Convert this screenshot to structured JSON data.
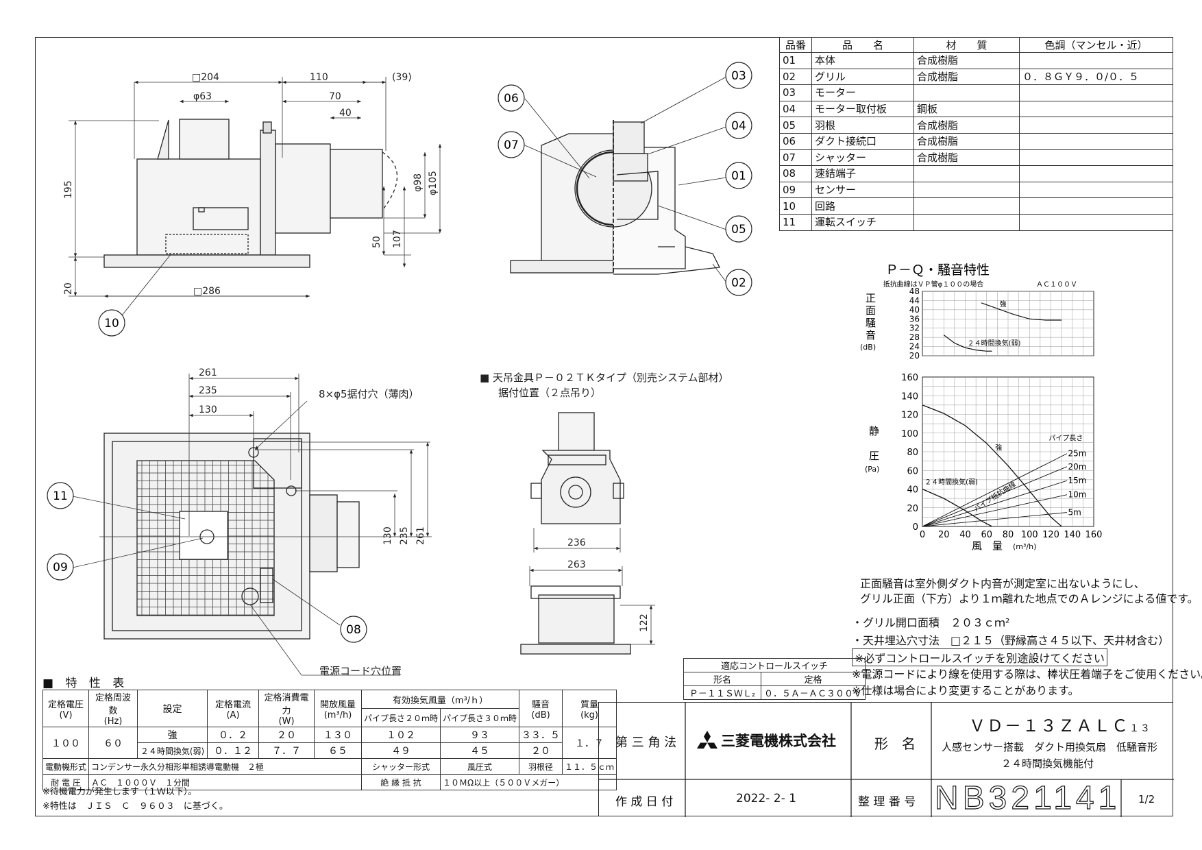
{
  "parts_table": {
    "headers": [
      "品番",
      "品　　名",
      "材　　質",
      "色調（マンセル・近）"
    ],
    "rows": [
      [
        "01",
        "本体",
        "合成樹脂",
        ""
      ],
      [
        "02",
        "グリル",
        "合成樹脂",
        "０．８ＧＹ９．０/０．５"
      ],
      [
        "03",
        "モーター",
        "",
        ""
      ],
      [
        "04",
        "モーター取付板",
        "鋼板",
        ""
      ],
      [
        "05",
        "羽根",
        "合成樹脂",
        ""
      ],
      [
        "06",
        "ダクト接続口",
        "合成樹脂",
        ""
      ],
      [
        "07",
        "シャッター",
        "合成樹脂",
        ""
      ],
      [
        "08",
        "速結端子",
        "",
        ""
      ],
      [
        "09",
        "センサー",
        "",
        ""
      ],
      [
        "10",
        "回路",
        "",
        ""
      ],
      [
        "11",
        "運転スイッチ",
        "",
        ""
      ]
    ]
  },
  "top_view_dims": {
    "d204": "□204",
    "d110": "110",
    "d39": "(39)",
    "d63": "φ63",
    "d70": "70",
    "d40": "40",
    "d195": "195",
    "d98": "φ98",
    "d105": "φ105",
    "d50": "50",
    "d107": "107",
    "d20": "20",
    "d286": "□286"
  },
  "plan_view_dims": {
    "d261": "261",
    "d235": "235",
    "d130": "130",
    "holes": "8×φ5据付穴（薄肉）",
    "v130": "130",
    "v235": "235",
    "v261": "261",
    "cord": "電源コード穴位置"
  },
  "callouts": [
    "01",
    "02",
    "03",
    "04",
    "05",
    "06",
    "07",
    "08",
    "09",
    "10",
    "11"
  ],
  "hanger": {
    "title": "■ 天吊金具Ｐ－０２ＴＫタイプ（別売システム部材）",
    "subtitle": "据付位置（２点吊り）",
    "d236": "236",
    "d263": "263",
    "d122": "122"
  },
  "noise_chart": {
    "title": "Ｐ－Ｑ・騒音特性",
    "note": "抵抗曲線はＶＰ管φ１００の場合",
    "voltage": "ＡＣ１００Ｖ",
    "ylabel": [
      "正",
      "面",
      "騒",
      "音"
    ],
    "yunit": "(dB)",
    "strong_label": "強",
    "weak_label": "２４時間換気(弱)"
  },
  "pq_chart": {
    "ylabel": [
      "静",
      "圧"
    ],
    "yunit": "(Pa)",
    "xlabel": "風　量",
    "xunit": "(m³/h)",
    "strong_label": "強",
    "weak_label": "２４時間換気(弱)",
    "pipe_title": "パイプ長さ",
    "resistance_label": "パイプ抵抗曲線",
    "pipe_labels": [
      "25m",
      "20m",
      "15m",
      "10m",
      "5m"
    ]
  },
  "chart_data": [
    {
      "type": "line",
      "title": "Ｐ－Ｑ・騒音特性",
      "ylabel": "正面騒音 (dB)",
      "ylim": [
        20,
        48
      ],
      "yticks": [
        20,
        24,
        28,
        32,
        36,
        40,
        44,
        48
      ],
      "series": [
        {
          "name": "強",
          "x": [
            55,
            70,
            85,
            100,
            115,
            130
          ],
          "y": [
            43,
            40.5,
            38,
            36,
            35.5,
            35.5
          ]
        },
        {
          "name": "２４時間換気(弱)",
          "x": [
            20,
            30,
            40,
            50,
            60,
            65
          ],
          "y": [
            29,
            25.5,
            23.5,
            22.5,
            22,
            22
          ]
        }
      ]
    },
    {
      "type": "line",
      "xlabel": "風量 (m³/h)",
      "ylabel": "静圧 (Pa)",
      "xlim": [
        0,
        160
      ],
      "ylim": [
        0,
        160
      ],
      "xticks": [
        0,
        20,
        40,
        60,
        80,
        100,
        120,
        140,
        160
      ],
      "yticks": [
        0,
        20,
        40,
        60,
        80,
        100,
        120,
        140,
        160
      ],
      "series": [
        {
          "name": "強",
          "x": [
            0,
            20,
            40,
            60,
            80,
            100,
            120,
            130
          ],
          "y": [
            130,
            121,
            108,
            89,
            65,
            38,
            10,
            0
          ]
        },
        {
          "name": "２４時間換気(弱)",
          "x": [
            0,
            20,
            40,
            55,
            65
          ],
          "y": [
            40,
            30,
            17,
            6,
            0
          ]
        },
        {
          "name": "25m",
          "x": [
            0,
            135
          ],
          "y": [
            0,
            78
          ]
        },
        {
          "name": "20m",
          "x": [
            0,
            135
          ],
          "y": [
            0,
            64
          ]
        },
        {
          "name": "15m",
          "x": [
            0,
            135
          ],
          "y": [
            0,
            49
          ]
        },
        {
          "name": "10m",
          "x": [
            0,
            135
          ],
          "y": [
            0,
            34
          ]
        },
        {
          "name": "5m",
          "x": [
            0,
            135
          ],
          "y": [
            0,
            15
          ]
        }
      ]
    }
  ],
  "notes_right": {
    "n1": "正面騒音は室外側ダクト内音が測定室に出ないようにし、",
    "n2": "グリル正面（下方）より１ｍ離れた地点でのＡレンジによる値です。",
    "n3": "・グリル開口面積　２０３ｃｍ²",
    "n4": "・天井埋込穴寸法　□２１５（野縁高さ４５以下、天井材含む）",
    "n5": "※必ずコントロールスイッチを別途設けてください",
    "n6": "※電源コードにより線を使用する際は、棒状圧着端子をご使用ください。",
    "n7": "※仕様は場合により変更することがあります。"
  },
  "control_switch": {
    "title": "適応コントロールスイッチ",
    "col1": "形名",
    "col2": "定格",
    "model": "Ｐ－１１ＳＷＬ₂",
    "rating": "０．５Ａ－ＡＣ３００Ｖ"
  },
  "spec_table": {
    "title": "■ 特 性 表",
    "h_voltage": "定格電圧\n(V)",
    "h_freq": "定格周波数\n(Hz)",
    "h_setting": "設定",
    "h_current": "定格電流\n(A)",
    "h_power": "定格消費電力\n(W)",
    "h_open": "開放風量\n(m³/h)",
    "h_effective": "有効換気風量（m³/ｈ）",
    "h_pipe20": "パイプ長さ２０ｍ時",
    "h_pipe30": "パイプ長さ３０ｍ時",
    "h_noise": "騒音\n(dB)",
    "h_mass": "質量\n(kg)",
    "voltage": "１００",
    "freq": "６０",
    "mass": "１．７",
    "rows": [
      {
        "setting": "強",
        "current": "０．２",
        "power": "２０",
        "open": "１３０",
        "p20": "１０２",
        "p30": "９３",
        "noise": "３３．５"
      },
      {
        "setting": "２４時間換気(弱)",
        "current": "０．１２",
        "power": "７．７",
        "open": "６５",
        "p20": "４９",
        "p30": "４５",
        "noise": "２０"
      }
    ],
    "motor_label": "電動機形式",
    "motor_value": "コンデンサー永久分相形単相誘導電動機　２極",
    "shutter_label": "シャッター形式",
    "shutter_value": "風圧式",
    "blade_label": "羽根径",
    "blade_value": "１１．５ｃｍ",
    "withstand_label": "耐 電 圧",
    "withstand_value": "ＡＣ　１０００Ｖ　１分間",
    "insulation_label": "絶 縁 抵 抗",
    "insulation_value": "１０ＭΩ以上（５００Ｖメガー）"
  },
  "notes_left": {
    "n1": "※待機電力が発生します（１Ｗ以下）。",
    "n2": "※特性は　ＪＩＳ　Ｃ　９６０３　に基づく。"
  },
  "title_block": {
    "projection": "第 三 角 法",
    "company": "三菱電機株式会社",
    "model_label": "形　名",
    "model": "ＶＤ－１３ＺＡＬＣ",
    "model_sub": "１３",
    "desc1": "人感センサー搭載　ダクト用換気扇　低騒音形",
    "desc2": "２４時間換気機能付",
    "date_label": "作 成 日 付",
    "date": "2022- 2- 1",
    "number_label": "整 理 番 号",
    "number": "NB321141",
    "page": "1/2"
  }
}
